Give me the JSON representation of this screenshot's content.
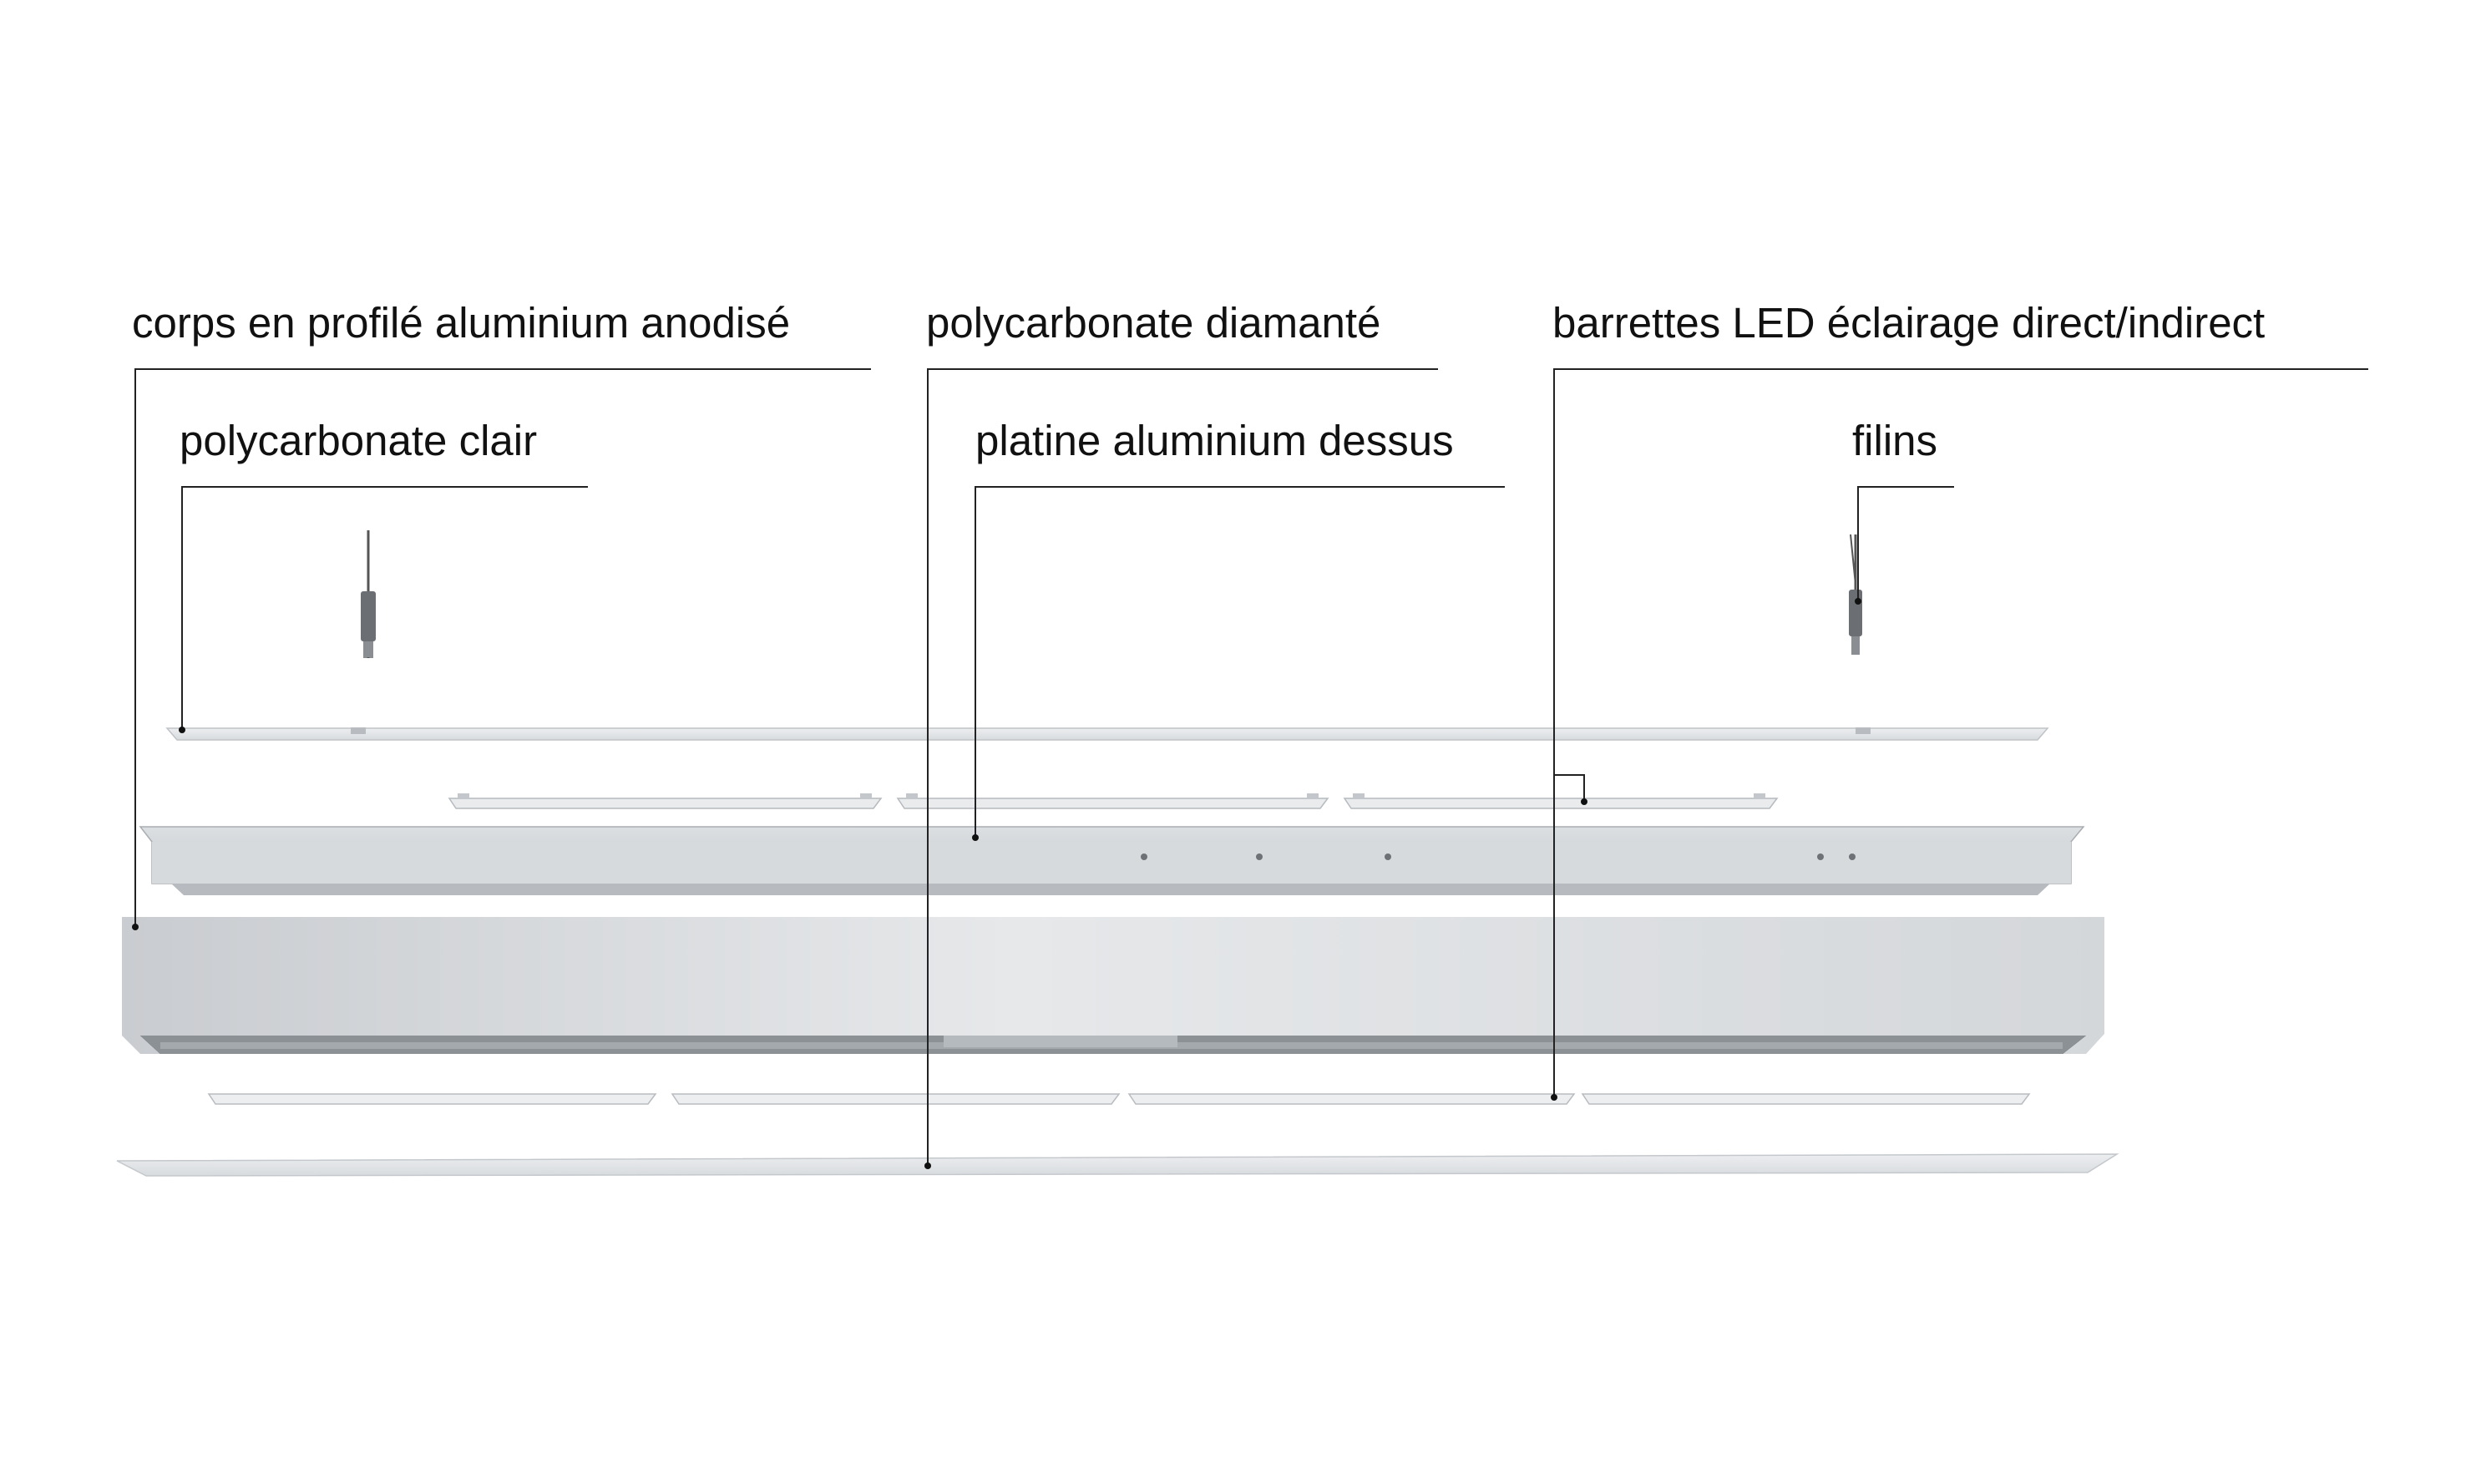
{
  "labels": {
    "corps": "corps en profilé aluminium anodisé",
    "polycarbonate_diamante": "polycarbonate diamanté",
    "barrettes_led": "barrettes LED éclairage direct/indirect",
    "polycarbonate_clair": "polycarbonate clair",
    "platine": "platine aluminium dessus",
    "filins": "filins"
  },
  "colors": {
    "background": "#ffffff",
    "text": "#111111",
    "leader": "#222222",
    "aluminium_light": "#e6e8ea",
    "aluminium_mid": "#cfd2d6",
    "aluminium_dark": "#9da2a7"
  }
}
